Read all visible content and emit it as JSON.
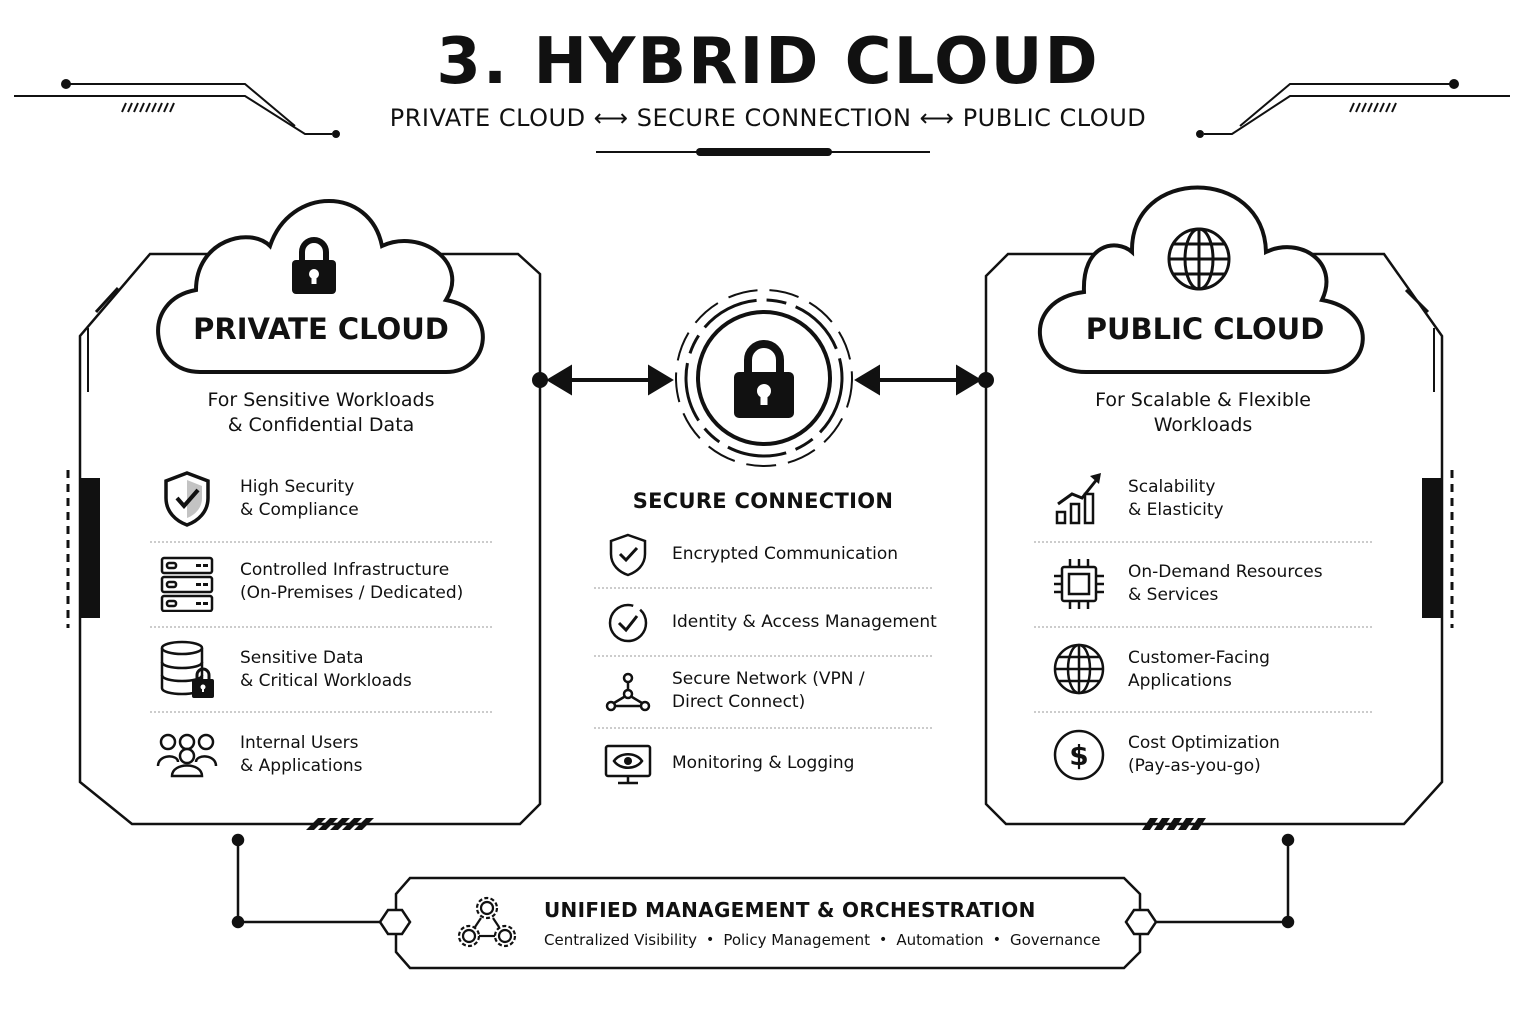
{
  "header": {
    "title": "3. HYBRID CLOUD",
    "subtitle": {
      "private": "PRIVATE CLOUD",
      "arrow": "⟷",
      "connection": "SECURE CONNECTION",
      "public": "PUBLIC CLOUD"
    }
  },
  "private_cloud": {
    "title": "PRIVATE CLOUD",
    "icon": "lock-icon",
    "subtitle": "For Sensitive Workloads\n& Confidential Data",
    "features": [
      {
        "icon": "shield-check-icon",
        "text": "High Security\n& Compliance"
      },
      {
        "icon": "server-rack-icon",
        "text": "Controlled Infrastructure\n(On-Premises / Dedicated)"
      },
      {
        "icon": "database-lock-icon",
        "text": "Sensitive Data\n& Critical Workloads"
      },
      {
        "icon": "users-icon",
        "text": "Internal Users\n& Applications"
      }
    ]
  },
  "secure_connection": {
    "title": "SECURE CONNECTION",
    "icon": "lock-icon",
    "features": [
      {
        "icon": "shield-check-icon",
        "text": "Encrypted Communication"
      },
      {
        "icon": "check-circle-icon",
        "text": "Identity & Access Management"
      },
      {
        "icon": "network-nodes-icon",
        "text": "Secure Network (VPN /\nDirect Connect)"
      },
      {
        "icon": "monitor-eye-icon",
        "text": "Monitoring & Logging"
      }
    ]
  },
  "public_cloud": {
    "title": "PUBLIC CLOUD",
    "icon": "globe-icon",
    "subtitle": "For Scalable & Flexible\nWorkloads",
    "features": [
      {
        "icon": "growth-chart-icon",
        "text": "Scalability\n& Elasticity"
      },
      {
        "icon": "cpu-chip-icon",
        "text": "On-Demand Resources\n& Services"
      },
      {
        "icon": "globe-icon",
        "text": "Customer-Facing\nApplications"
      },
      {
        "icon": "dollar-coin-icon",
        "text": "Cost Optimization\n(Pay-as-you-go)"
      }
    ]
  },
  "management": {
    "title": "UNIFIED MANAGEMENT & ORCHESTRATION",
    "icon": "gears-icon",
    "items": [
      "Centralized Visibility",
      "Policy Management",
      "Automation",
      "Governance"
    ],
    "separator": "•"
  },
  "colors": {
    "ink": "#111111",
    "paper": "#ffffff",
    "divider": "#999999"
  }
}
